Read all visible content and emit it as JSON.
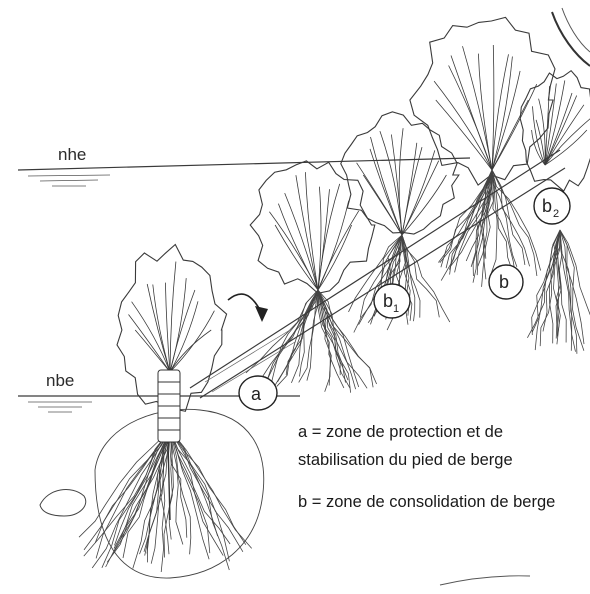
{
  "water_levels": {
    "high": "nhe",
    "low": "nbe"
  },
  "zone_markers": [
    {
      "id": "a",
      "label": "a",
      "sub": ""
    },
    {
      "id": "b1",
      "label": "b",
      "sub": "1"
    },
    {
      "id": "b",
      "label": "b",
      "sub": ""
    },
    {
      "id": "b2",
      "label": "b",
      "sub": "2"
    }
  ],
  "legend": {
    "zone_a": "a = zone de protection et de stabilisation du pied de berge",
    "zone_b": "b = zone de consolidation de berge"
  }
}
